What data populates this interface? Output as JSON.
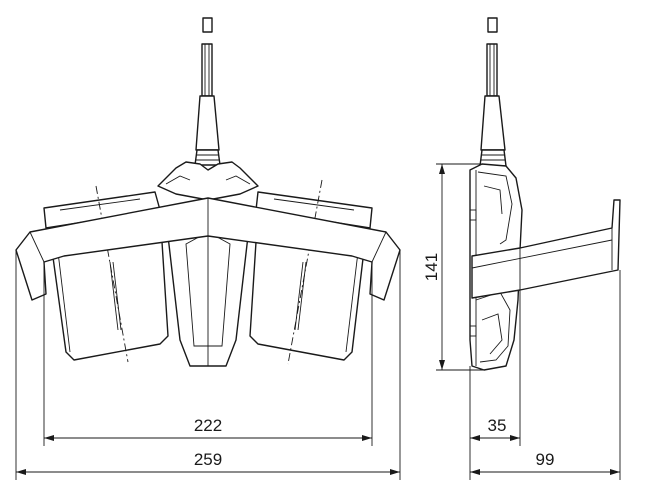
{
  "dimensions": {
    "front_inner_width": "222",
    "front_outer_width": "259",
    "side_height": "141",
    "side_base_depth": "35",
    "side_total_depth": "99"
  }
}
